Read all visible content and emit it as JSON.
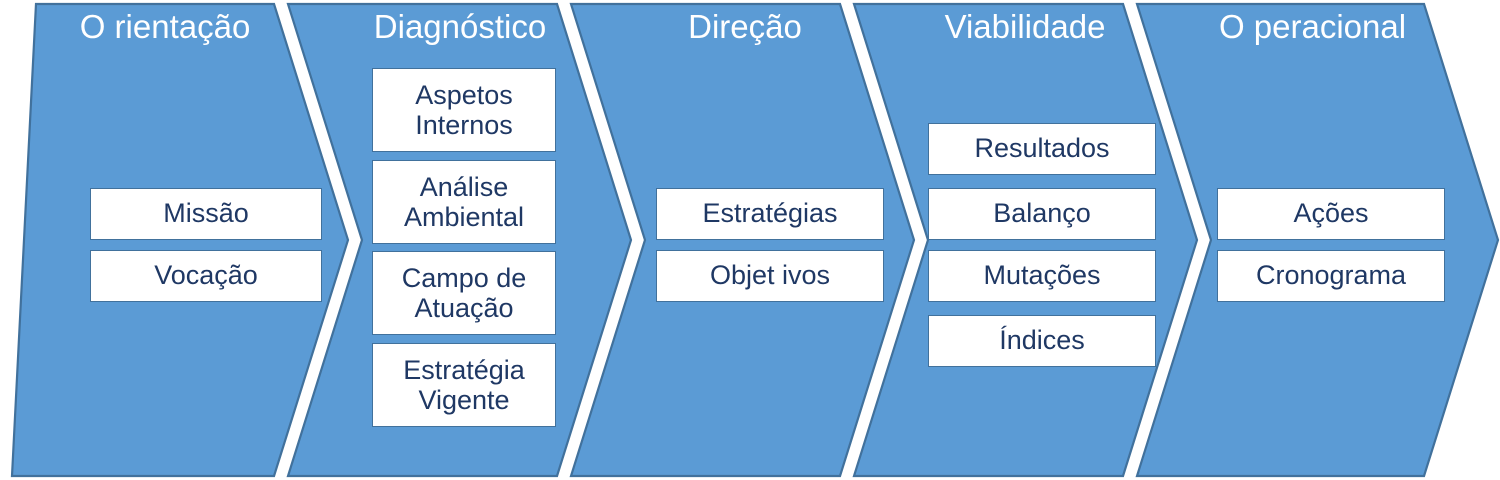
{
  "diagram": {
    "type": "process-flow-chevron",
    "direction": "left-to-right",
    "stage_count": 5,
    "colors": {
      "chevron_fill": "#5B9BD5",
      "chevron_stroke": "#41719C",
      "box_fill": "#FFFFFF",
      "box_stroke": "#41719C",
      "box_text": "#1F3864",
      "title_text": "#FFFFFF",
      "background": "#FFFFFF"
    }
  },
  "stages": [
    {
      "id": "orientacao",
      "title": "O rientação",
      "items": [
        {
          "label": "Missão",
          "lines": 1
        },
        {
          "label": "Vocação",
          "lines": 1
        }
      ]
    },
    {
      "id": "diagnostico",
      "title": "Diagnóstico",
      "items": [
        {
          "label": "Aspetos\nInternos",
          "lines": 2
        },
        {
          "label": "Análise\nAmbiental",
          "lines": 2
        },
        {
          "label": "Campo de\nAtuação",
          "lines": 2
        },
        {
          "label": "Estratégia\nVigente",
          "lines": 2
        }
      ]
    },
    {
      "id": "direcao",
      "title": "Direção",
      "items": [
        {
          "label": "Estratégias",
          "lines": 1
        },
        {
          "label": "Objet ivos",
          "lines": 1
        }
      ]
    },
    {
      "id": "viabilidade",
      "title": "Viabilidade",
      "items": [
        {
          "label": "Resultados",
          "lines": 1
        },
        {
          "label": "Balanço",
          "lines": 1
        },
        {
          "label": "Mutações",
          "lines": 1
        },
        {
          "label": "Índices",
          "lines": 1
        }
      ]
    },
    {
      "id": "operacional",
      "title": "O peracional",
      "items": [
        {
          "label": "Ações",
          "lines": 1
        },
        {
          "label": "Cronograma",
          "lines": 1
        }
      ]
    }
  ]
}
